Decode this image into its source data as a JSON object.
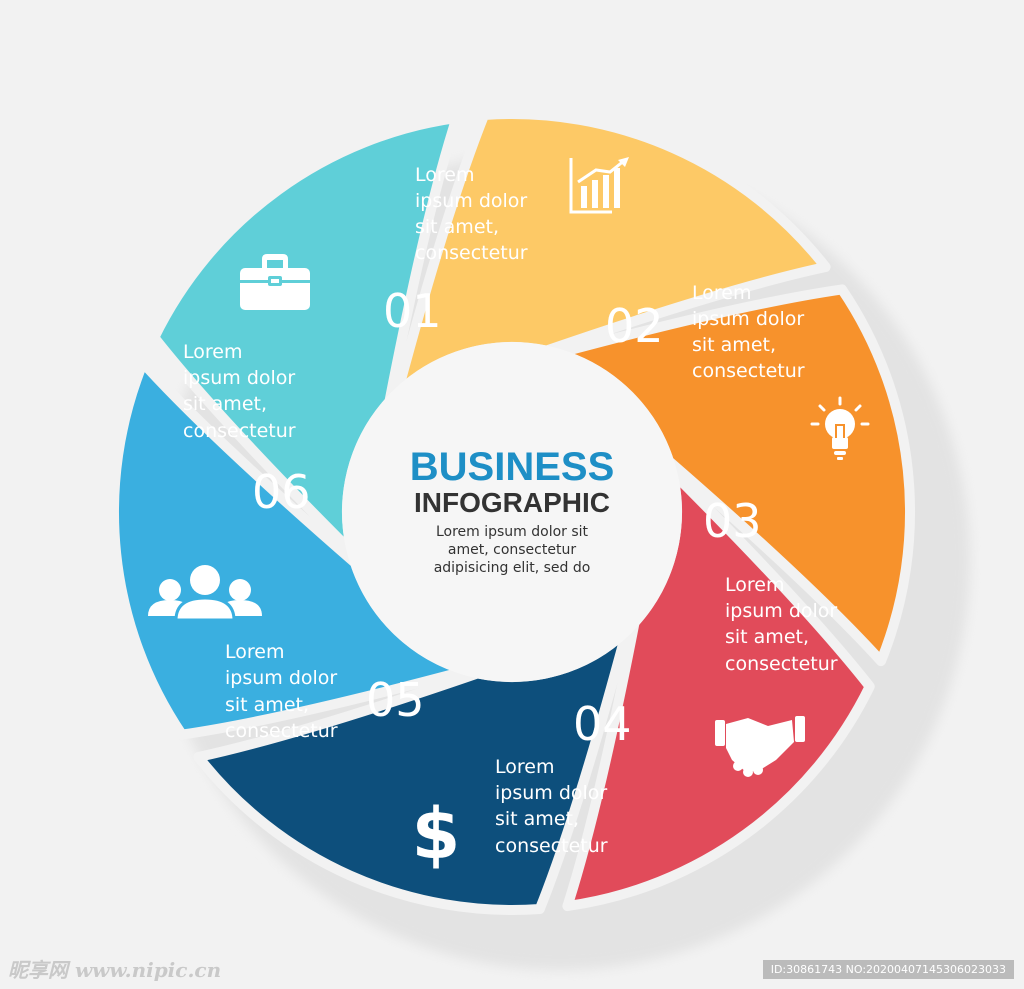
{
  "center": {
    "title": "BUSINESS",
    "subtitle": "INFOGRAPHIC",
    "lines": [
      "Lorem ipsum dolor sit",
      "amet, consectetur",
      "adipisicing elit, sed do"
    ]
  },
  "segments": [
    {
      "number": "01",
      "lines": [
        "Lorem",
        "ipsum dolor",
        "sit amet,",
        "consectetur"
      ],
      "icon": "bar-chart-icon",
      "color": "#fdc966"
    },
    {
      "number": "02",
      "lines": [
        "Lorem",
        "ipsum dolor",
        "sit amet,",
        "consectetur"
      ],
      "icon": "lightbulb-icon",
      "color": "#f7922c"
    },
    {
      "number": "03",
      "lines": [
        "Lorem",
        "ipsum dolor",
        "sit amet,",
        "consectetur"
      ],
      "icon": "handshake-icon",
      "color": "#e14b5a"
    },
    {
      "number": "04",
      "lines": [
        "Lorem",
        "ipsum dolor",
        "sit amet,",
        "consectetur"
      ],
      "icon": "dollar-icon",
      "color": "#0d4f7c"
    },
    {
      "number": "05",
      "lines": [
        "Lorem",
        "ipsum dolor",
        "sit amet,",
        "consectetur"
      ],
      "icon": "people-icon",
      "color": "#3aafe0"
    },
    {
      "number": "06",
      "lines": [
        "Lorem",
        "ipsum dolor",
        "sit amet,",
        "consectetur"
      ],
      "icon": "briefcase-icon",
      "color": "#5fcfd8"
    }
  ],
  "colors": {
    "title": "#1e8fc6",
    "subtitle": "#333333"
  },
  "watermark": {
    "left": "昵享网 www.nipic.cn",
    "right": "ID:30861743 NO:20200407145306023033"
  }
}
